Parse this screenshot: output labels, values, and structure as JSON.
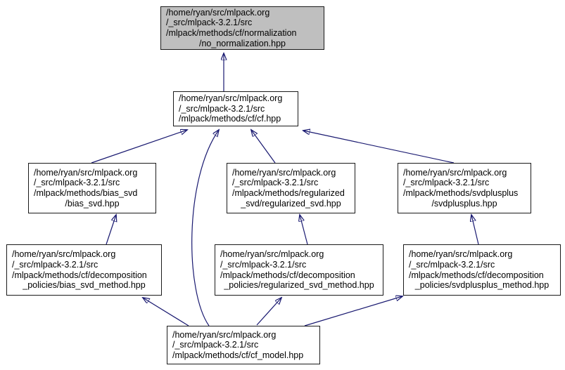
{
  "diagram": {
    "kind": "include-dependency-graph",
    "arrow_color": "#191970",
    "node_border_color": "#1a1a1a",
    "node_fill": "#ffffff",
    "highlighted_node_fill": "#bfbfbf"
  },
  "nodes": {
    "no_normalization": {
      "highlighted": true,
      "lines": [
        "/home/ryan/src/mlpack.org",
        "/_src/mlpack-3.2.1/src",
        "/mlpack/methods/cf/normalization",
        "/no_normalization.hpp"
      ]
    },
    "cf": {
      "highlighted": false,
      "lines": [
        "/home/ryan/src/mlpack.org",
        "/_src/mlpack-3.2.1/src",
        "/mlpack/methods/cf/cf.hpp"
      ]
    },
    "bias_svd": {
      "highlighted": false,
      "lines": [
        "/home/ryan/src/mlpack.org",
        "/_src/mlpack-3.2.1/src",
        "/mlpack/methods/bias_svd",
        "/bias_svd.hpp"
      ]
    },
    "regularized_svd": {
      "highlighted": false,
      "lines": [
        "/home/ryan/src/mlpack.org",
        "/_src/mlpack-3.2.1/src",
        "/mlpack/methods/regularized",
        "_svd/regularized_svd.hpp"
      ]
    },
    "svdplusplus": {
      "highlighted": false,
      "lines": [
        "/home/ryan/src/mlpack.org",
        "/_src/mlpack-3.2.1/src",
        "/mlpack/methods/svdplusplus",
        "/svdplusplus.hpp"
      ]
    },
    "bias_svd_method": {
      "highlighted": false,
      "lines": [
        "/home/ryan/src/mlpack.org",
        "/_src/mlpack-3.2.1/src",
        "/mlpack/methods/cf/decomposition",
        "_policies/bias_svd_method.hpp"
      ]
    },
    "regularized_svd_method": {
      "highlighted": false,
      "lines": [
        "/home/ryan/src/mlpack.org",
        "/_src/mlpack-3.2.1/src",
        "/mlpack/methods/cf/decomposition",
        "_policies/regularized_svd_method.hpp"
      ]
    },
    "svdplusplus_method": {
      "highlighted": false,
      "lines": [
        "/home/ryan/src/mlpack.org",
        "/_src/mlpack-3.2.1/src",
        "/mlpack/methods/cf/decomposition",
        "_policies/svdplusplus_method.hpp"
      ]
    },
    "cf_model": {
      "highlighted": false,
      "lines": [
        "/home/ryan/src/mlpack.org",
        "/_src/mlpack-3.2.1/src",
        "/mlpack/methods/cf/cf_model.hpp"
      ]
    }
  },
  "edges": [
    {
      "from": "cf",
      "to": "no_normalization"
    },
    {
      "from": "bias_svd",
      "to": "cf"
    },
    {
      "from": "cf_model",
      "to": "cf"
    },
    {
      "from": "regularized_svd",
      "to": "cf"
    },
    {
      "from": "svdplusplus",
      "to": "cf"
    },
    {
      "from": "bias_svd_method",
      "to": "bias_svd"
    },
    {
      "from": "regularized_svd_method",
      "to": "regularized_svd"
    },
    {
      "from": "svdplusplus_method",
      "to": "svdplusplus"
    },
    {
      "from": "cf_model",
      "to": "bias_svd_method"
    },
    {
      "from": "cf_model",
      "to": "regularized_svd_method"
    },
    {
      "from": "cf_model",
      "to": "svdplusplus_method"
    }
  ]
}
